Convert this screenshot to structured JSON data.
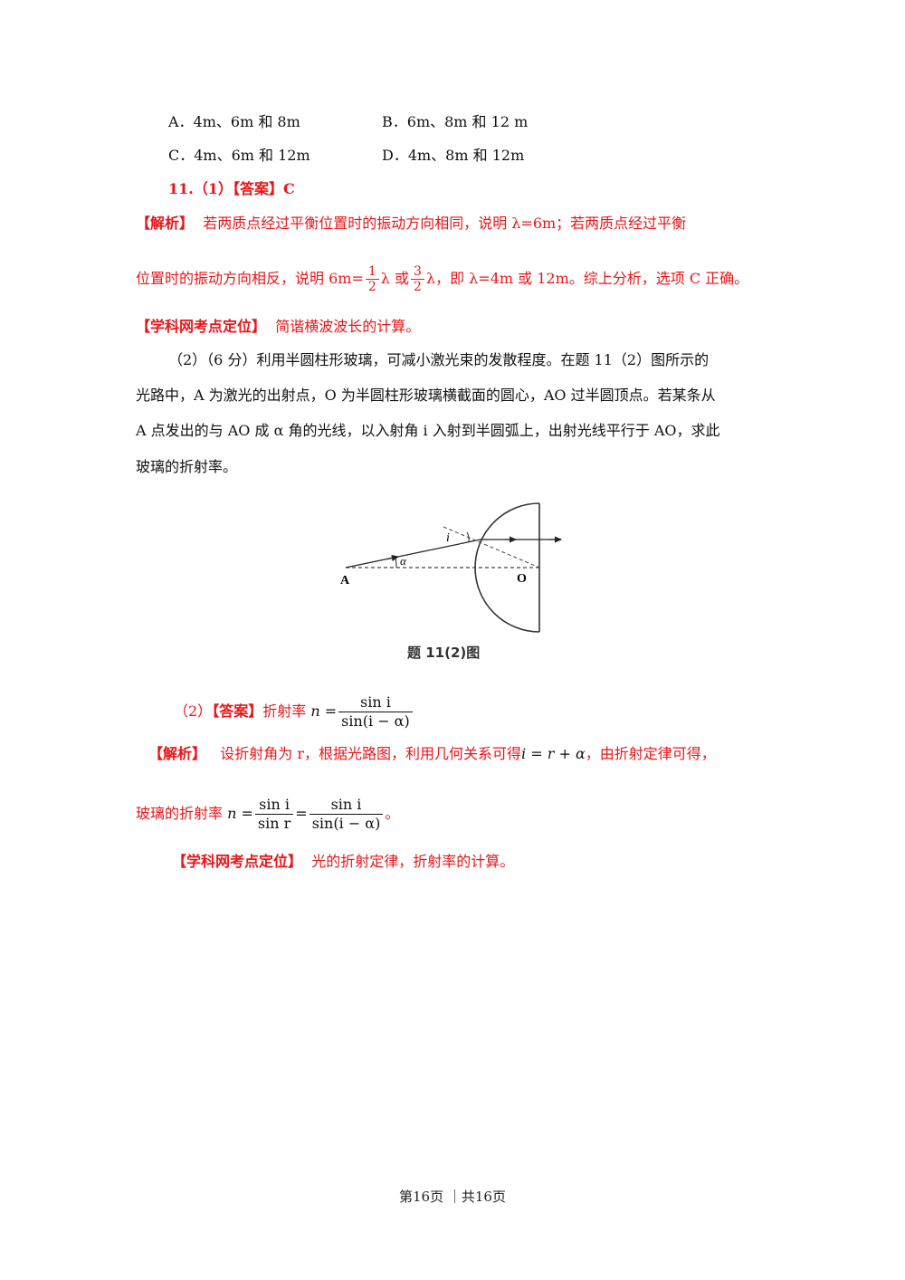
{
  "options": {
    "a": "A．4m、6m 和 8m",
    "b": "B．6m、8m 和 12 m",
    "c": "C．4m、6m 和 12m",
    "d": "D．4m、8m 和 12m"
  },
  "q11_1": {
    "number": "11.（1）",
    "answer_tag": "【答案】",
    "answer": "C",
    "analysis_tag": "【解析】",
    "analysis_line1": "若两质点经过平衡位置时的振动方向相同，说明 λ=6m；若两质点经过平衡",
    "analysis_line2_a": "位置时的振动方向相反，说明 6m=",
    "frac1_num": "1",
    "frac1_den": "2",
    "lambda1": "λ 或",
    "frac2_num": "3",
    "frac2_den": "2",
    "analysis_line2_b": "λ，即 λ=4m 或 12m。综上分析，选项 C 正确。",
    "kp_tag": "【学科网考点定位】",
    "kp_text": "简谐横波波长的计算。"
  },
  "q11_2": {
    "line1": "（2）（6 分）利用半圆柱形玻璃，可减小激光束的发散程度。在题 11（2）图所示的",
    "line2": "光路中，A 为激光的出射点，O 为半圆柱形玻璃横截面的圆心，AO 过半圆顶点。若某条从",
    "line3": "A 点发出的与 AO 成 α 角的光线，以入射角 i 入射到半圆弧上，出射光线平行于 AO，求此",
    "line4": "玻璃的折射率。"
  },
  "figure": {
    "label_a": "A",
    "label_o": "O",
    "label_i": "i",
    "label_alpha": "α",
    "caption": "题 11(2)图"
  },
  "ans2": {
    "prefix": "（2）",
    "answer_tag": "【答案】",
    "answer_text": "折射率",
    "n_eq": "n =",
    "num": "sin i",
    "den": "sin(i − α)",
    "analysis_tag": "【解析】",
    "analysis_a": "设折射角为 r，根据光路图，利用几何关系可得",
    "relation": "i = r + α",
    "analysis_b": "，由折射定律可得，",
    "line2_a": "玻璃的折射率",
    "n_eq2": "n =",
    "f1_num": "sin i",
    "f1_den": "sin r",
    "eq": "=",
    "f2_num": "sin i",
    "f2_den": "sin(i − α)",
    "end": "。",
    "kp_tag": "【学科网考点定位】",
    "kp_text": "光的折射定律，折射率的计算。"
  },
  "footer": "第16页 ｜共16页"
}
